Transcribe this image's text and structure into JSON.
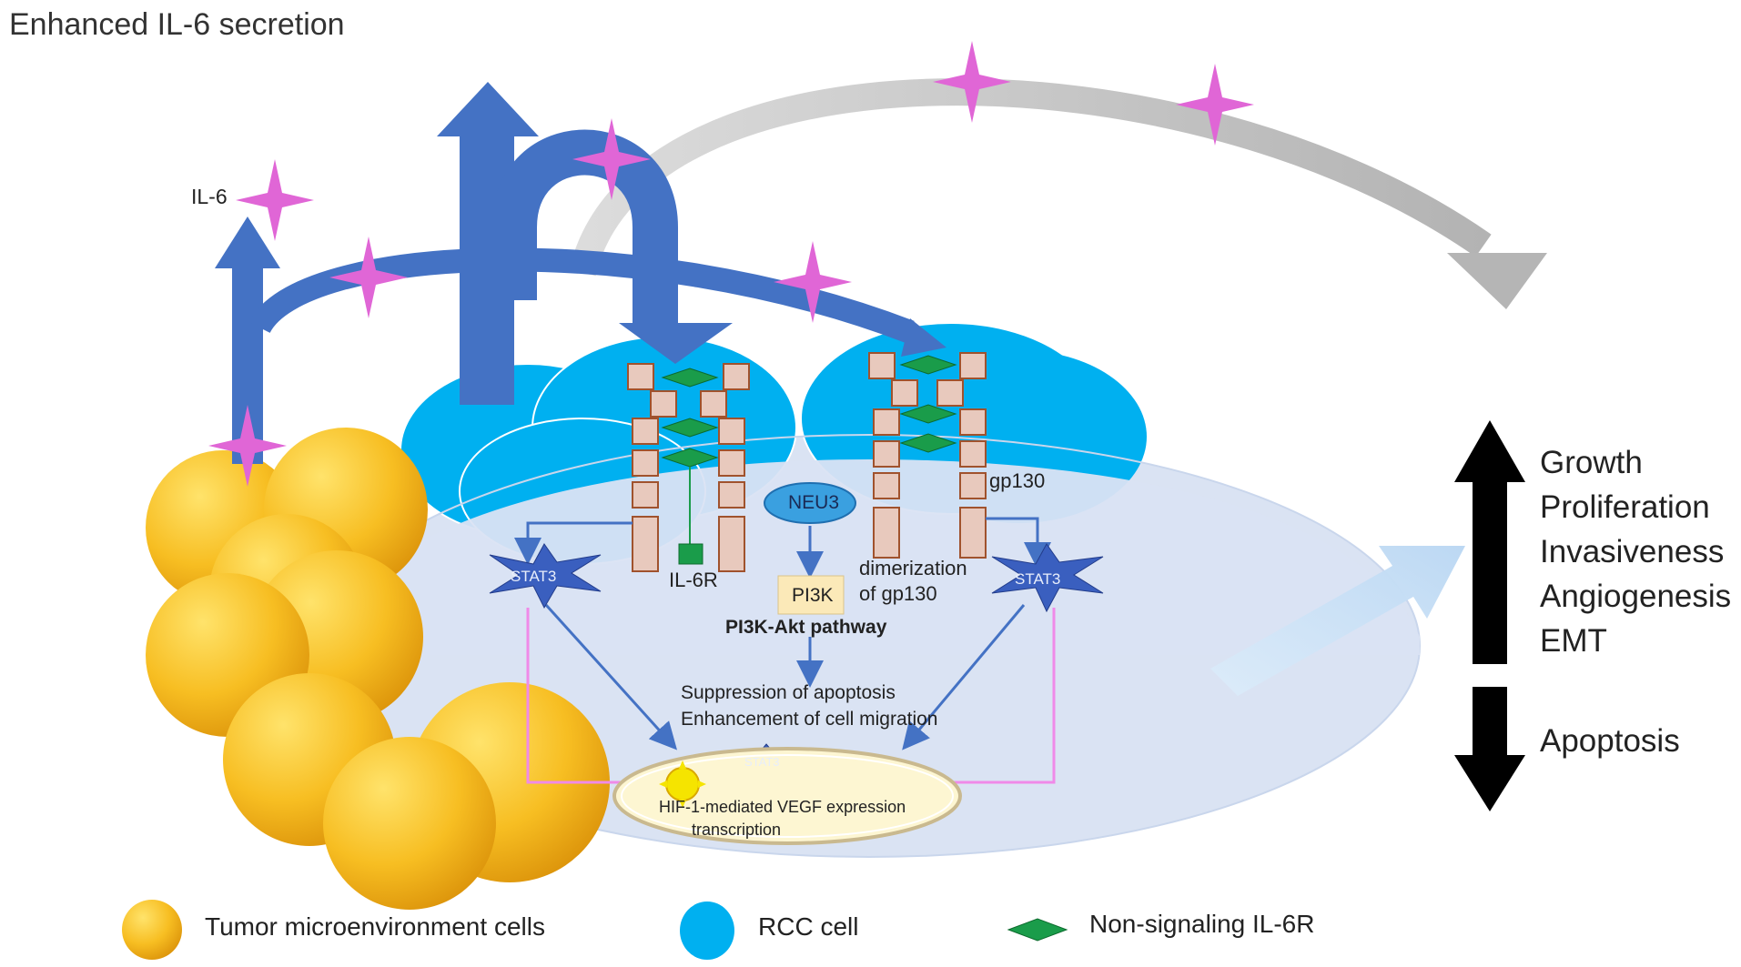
{
  "title": "Enhanced IL-6 secretion",
  "labels": {
    "il6": "IL-6",
    "gp130": "gp130",
    "il6r": "IL-6R",
    "neu3": "NEU3",
    "pi3k": "PI3K",
    "pi3k_pathway": "PI3K-Akt pathway",
    "dimerization_line1": "dimerization",
    "dimerization_line2": "of gp130",
    "stat3_left": "STAT3",
    "stat3_right": "STAT3",
    "stat3_nucleus": "STAT3",
    "suppression": "Suppression of apoptosis",
    "enhancement": "Enhancement of cell migration",
    "nucleus_line1": "HIF-1-mediated VEGF expression",
    "nucleus_line2": "transcription"
  },
  "outcomes_up": [
    "Growth",
    "Proliferation",
    "Invasiveness",
    "Angiogenesis",
    "EMT"
  ],
  "outcome_down": "Apoptosis",
  "legend": [
    {
      "label": "Tumor microenvironment cells",
      "symbol": "tme-cell"
    },
    {
      "label": "RCC cell",
      "symbol": "rcc-cell"
    },
    {
      "label": "Non-signaling IL-6R",
      "symbol": "il6r-diamond"
    }
  ],
  "colors": {
    "arrow_blue": "#4472c4",
    "rcc_blue": "#00b0f0",
    "tme_gold": "#f6b921",
    "cytoplasm": "#dae3f3",
    "il6_star": "#e066d6",
    "stat3": "#3a5fbf",
    "receptor": "#e8c9bd",
    "receptor_border": "#a0522d",
    "il6r_green": "#1a9c4a",
    "pink_line": "#f08ae8",
    "grey_arrow": "#bfbfbf"
  }
}
